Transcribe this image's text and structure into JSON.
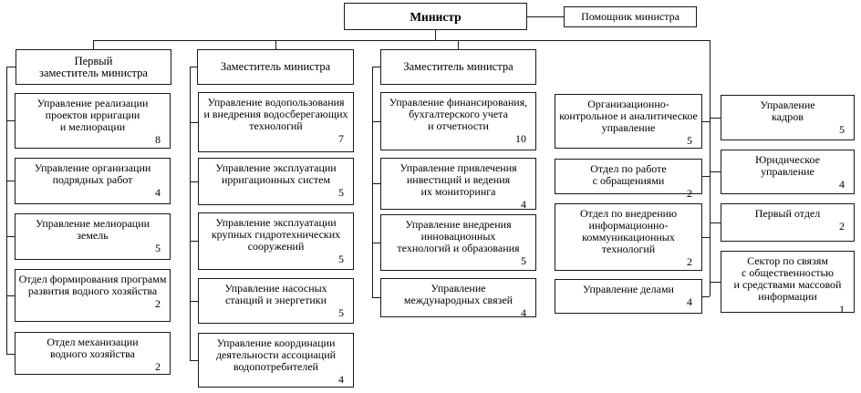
{
  "org": {
    "minister": "Министр",
    "assistant": "Помощник министра",
    "columns": [
      {
        "head": "Первый\nзаместитель министра",
        "boxes": [
          {
            "title": "Управление реализации\nпроектов ирригации\nи мелиорации",
            "count": "8"
          },
          {
            "title": "Управление организации\nподрядных работ",
            "count": "4"
          },
          {
            "title": "Управление мелиорации\nземель",
            "count": "5"
          },
          {
            "title": "Отдел формирования программ\nразвития водного хозяйства",
            "count": "2"
          },
          {
            "title": "Отдел механизации\nводного хозяйства",
            "count": "2"
          }
        ]
      },
      {
        "head": "Заместитель министра",
        "boxes": [
          {
            "title": "Управление водопользования\nи внедрения водосберегающих\nтехнологий",
            "count": "7"
          },
          {
            "title": "Управление эксплуатации\nирригационных систем",
            "count": "5"
          },
          {
            "title": "Управление эксплуатации\nкрупных гидротехнических\nсооружений",
            "count": "5"
          },
          {
            "title": "Управление насосных\nстанций и энергетики",
            "count": "5"
          },
          {
            "title": "Управление координации\nдеятельности ассоциаций\nводопотребителей",
            "count": "4"
          }
        ]
      },
      {
        "head": "Заместитель министра",
        "boxes": [
          {
            "title": "Управление финансирования,\nбухгалтерского учета\nи отчетности",
            "count": "10"
          },
          {
            "title": "Управление привлечения\nинвестиций и ведения\nих мониторинга",
            "count": "4"
          },
          {
            "title": "Управление внедрения\nинновационных\nтехнологий и образования",
            "count": "5"
          },
          {
            "title": "Управление\nмеждународных связей",
            "count": "4"
          }
        ]
      },
      {
        "head": null,
        "boxes": [
          {
            "title": "Организационно-\nконтрольное и аналитическое\nуправление",
            "count": "5"
          },
          {
            "title": "Отдел по работе\nс обращениями",
            "count": "2"
          },
          {
            "title": "Отдел по внедрению\nинформационно-\nкоммуникационных\nтехнологий",
            "count": "2"
          },
          {
            "title": "Управление делами",
            "count": "4"
          }
        ]
      },
      {
        "head": null,
        "boxes": [
          {
            "title": "Управление\nкадров",
            "count": "5"
          },
          {
            "title": "Юридическое\nуправление",
            "count": "4"
          },
          {
            "title": "Первый отдел",
            "count": "2"
          },
          {
            "title": "Сектор по связям\nс общественностью\nи средствами массовой\nинформации",
            "count": "1"
          }
        ]
      }
    ]
  }
}
